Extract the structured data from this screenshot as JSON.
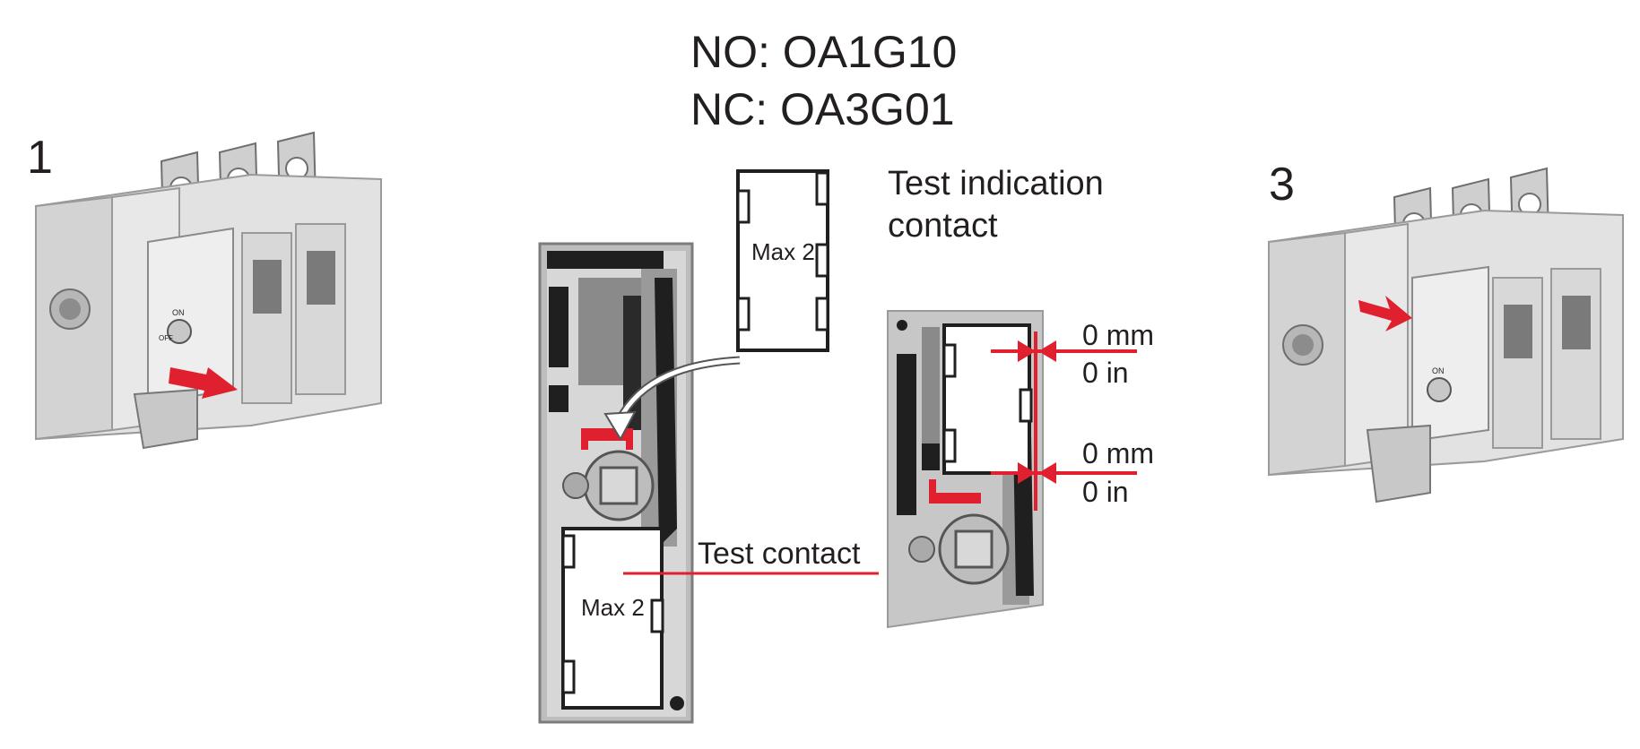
{
  "steps": {
    "step1": "1",
    "step3": "3"
  },
  "codes": {
    "no": "NO: OA1G10",
    "nc": "NC: OA3G01"
  },
  "labels": {
    "test_indication_line1": "Test indication",
    "test_indication_line2": "contact",
    "test_contact": "Test contact",
    "max_top": "Max 2",
    "max_bottom": "Max 2"
  },
  "dimensions": {
    "upper_mm": "0 mm",
    "upper_in": "0 in",
    "lower_mm": "0 mm",
    "lower_in": "0 in"
  },
  "switch_labels": {
    "on": "ON",
    "off": "OFF"
  },
  "colors": {
    "accent_red": "#e0202e",
    "metal_light": "#dedede",
    "metal_mid": "#c2c2c2",
    "metal_dark": "#8c8c8c",
    "ink": "#231f20"
  },
  "icons": [
    "arrow-out-icon",
    "arrow-in-icon",
    "curved-arrow-icon",
    "gap-arrow-icon"
  ]
}
